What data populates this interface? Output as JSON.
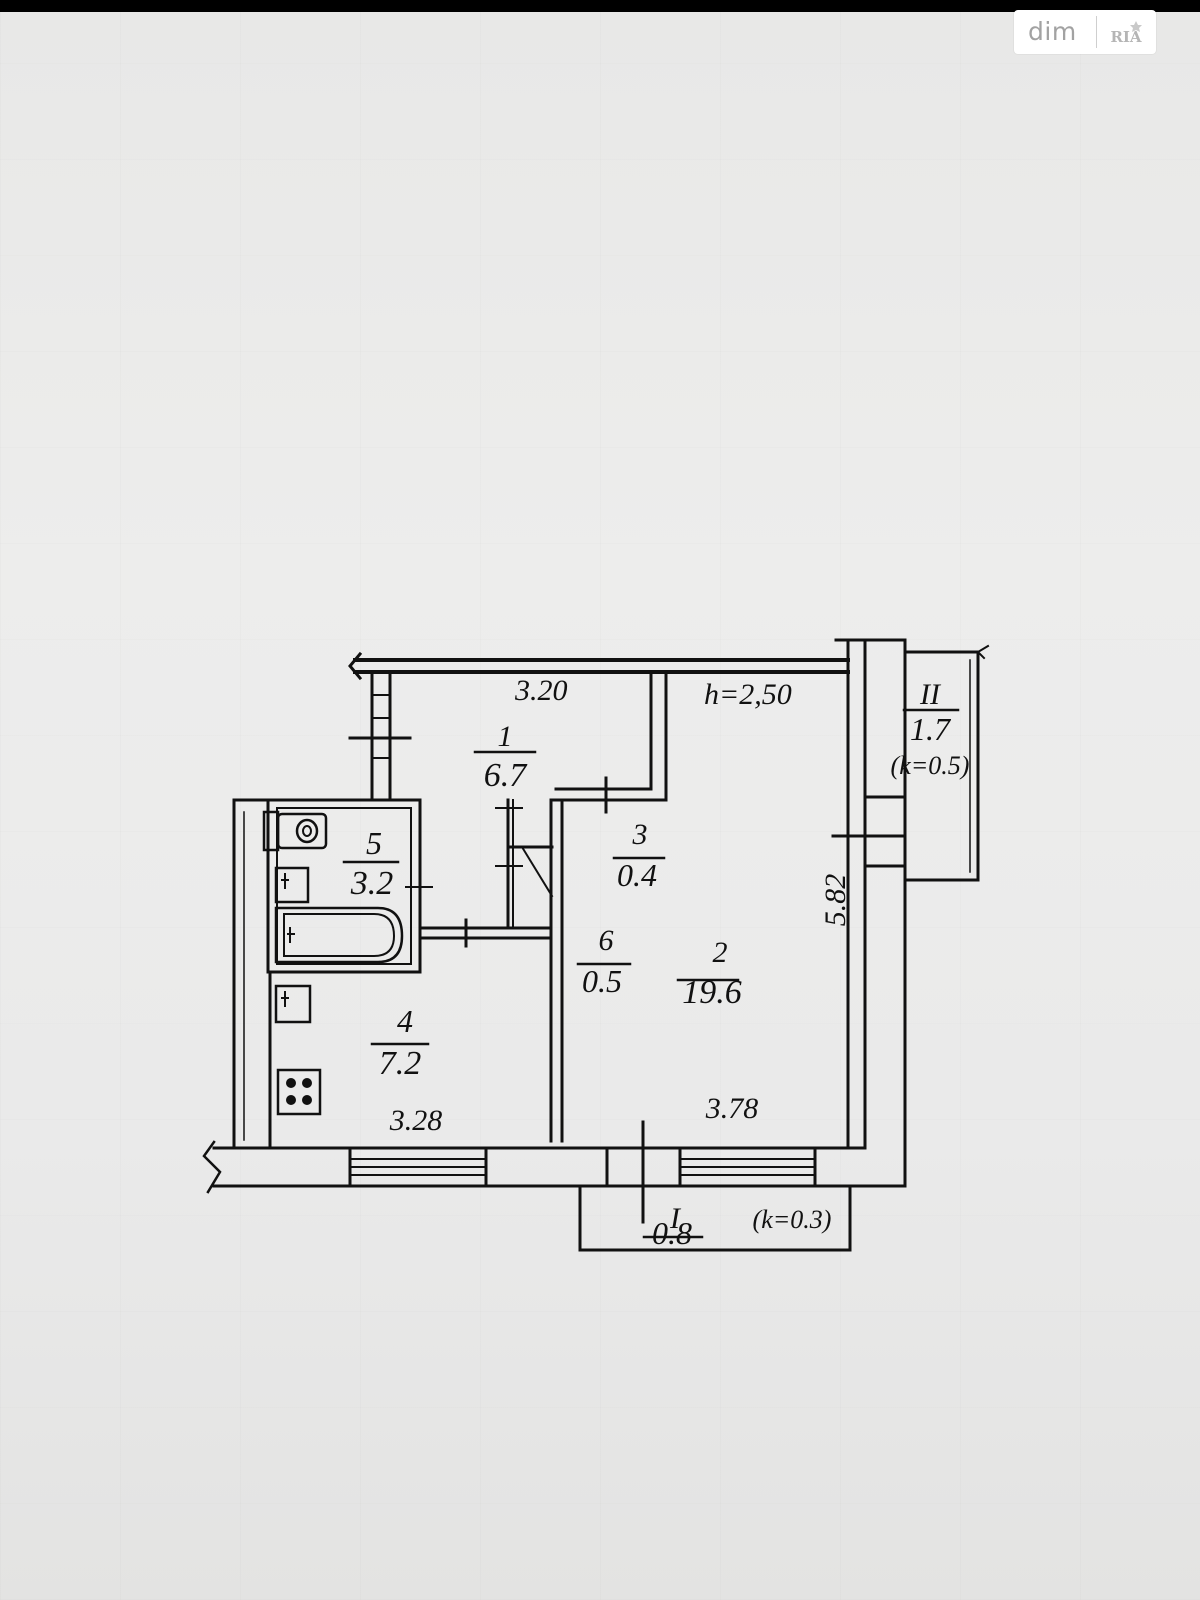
{
  "watermark": {
    "brand": "dim",
    "logo_text": "RIA"
  },
  "plan": {
    "ceiling_height": "h=2,50",
    "dimensions": {
      "top_width": "3.20",
      "right_length": "5.82",
      "bottom_left": "3.28",
      "bottom_right": "3.78"
    },
    "rooms": [
      {
        "number": "1",
        "area": "6.7"
      },
      {
        "number": "2",
        "area": "19.6"
      },
      {
        "number": "3",
        "area": "0.4"
      },
      {
        "number": "4",
        "area": "7.2"
      },
      {
        "number": "5",
        "area": "3.2"
      },
      {
        "number": "6",
        "area": "0.5"
      }
    ],
    "balconies": [
      {
        "number": "I",
        "area": "0.8",
        "coefficient": "(k=0.3)"
      },
      {
        "number": "II",
        "area": "1.7",
        "coefficient": "(k=0.5)"
      }
    ]
  }
}
